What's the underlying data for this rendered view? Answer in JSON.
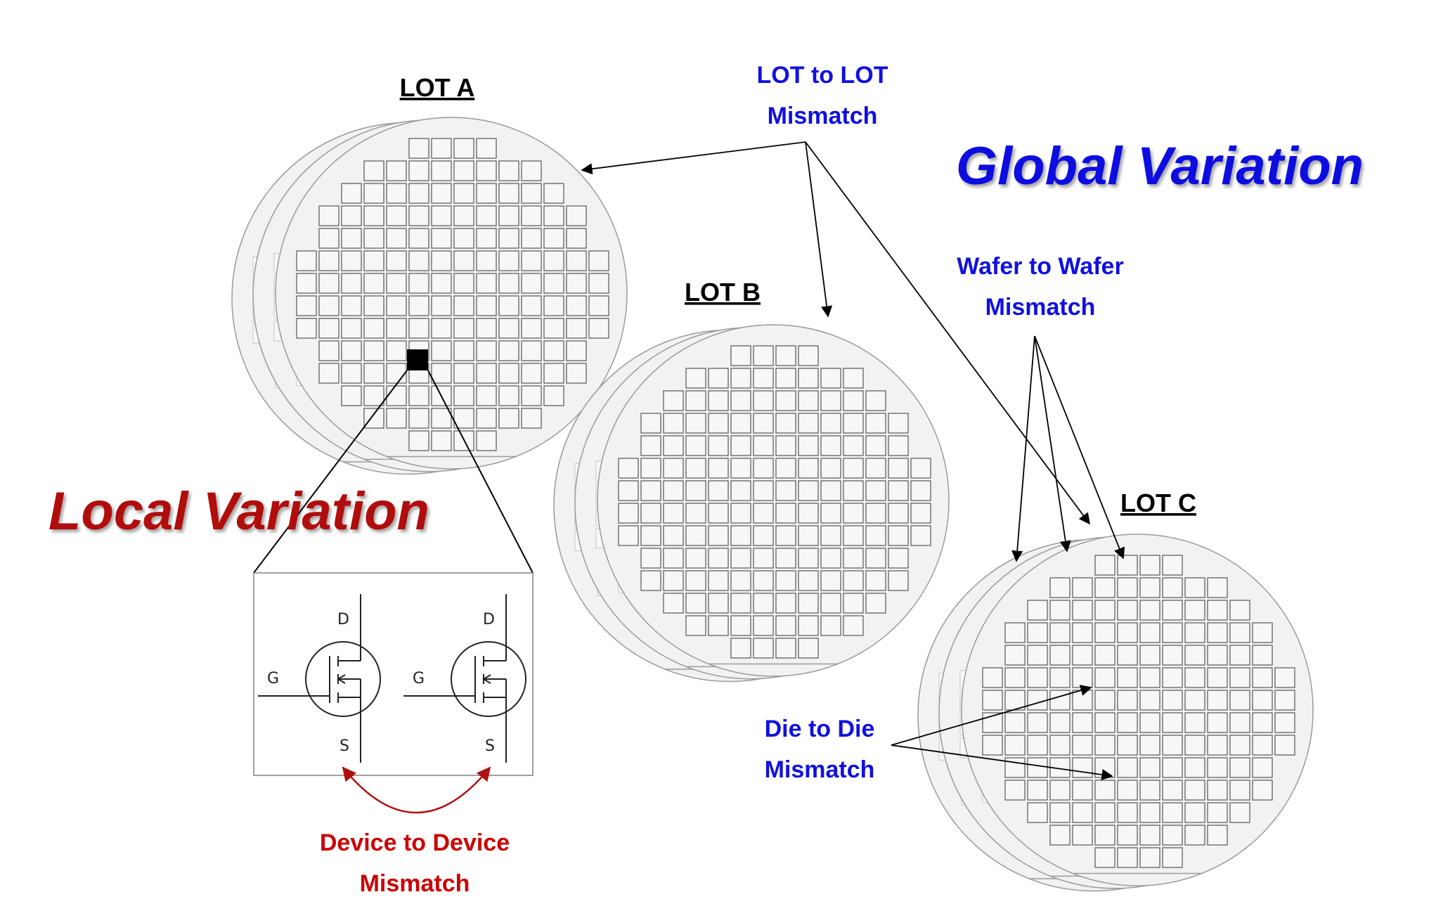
{
  "colors": {
    "blue": "#1010e0",
    "red": "#b80000",
    "dark_red": "#b01010",
    "wafer_fill": "#f2f2f2",
    "wafer_stroke": "#9a9a9a"
  },
  "lots": [
    {
      "label": "LOT A"
    },
    {
      "label": "LOT B"
    },
    {
      "label": "LOT C"
    }
  ],
  "labels": {
    "global": "Global Variation",
    "local": "Local Variation",
    "lot_to_lot": [
      "LOT to LOT",
      "Mismatch"
    ],
    "wafer_to_wafer": [
      "Wafer to Wafer",
      "Mismatch"
    ],
    "die_to_die": [
      "Die to Die",
      "Mismatch"
    ],
    "device_to_device": [
      "Device to Device",
      "Mismatch"
    ]
  },
  "transistors": [
    {
      "drain": "D",
      "gate": "G",
      "source": "S"
    },
    {
      "drain": "D",
      "gate": "G",
      "source": "S"
    }
  ]
}
